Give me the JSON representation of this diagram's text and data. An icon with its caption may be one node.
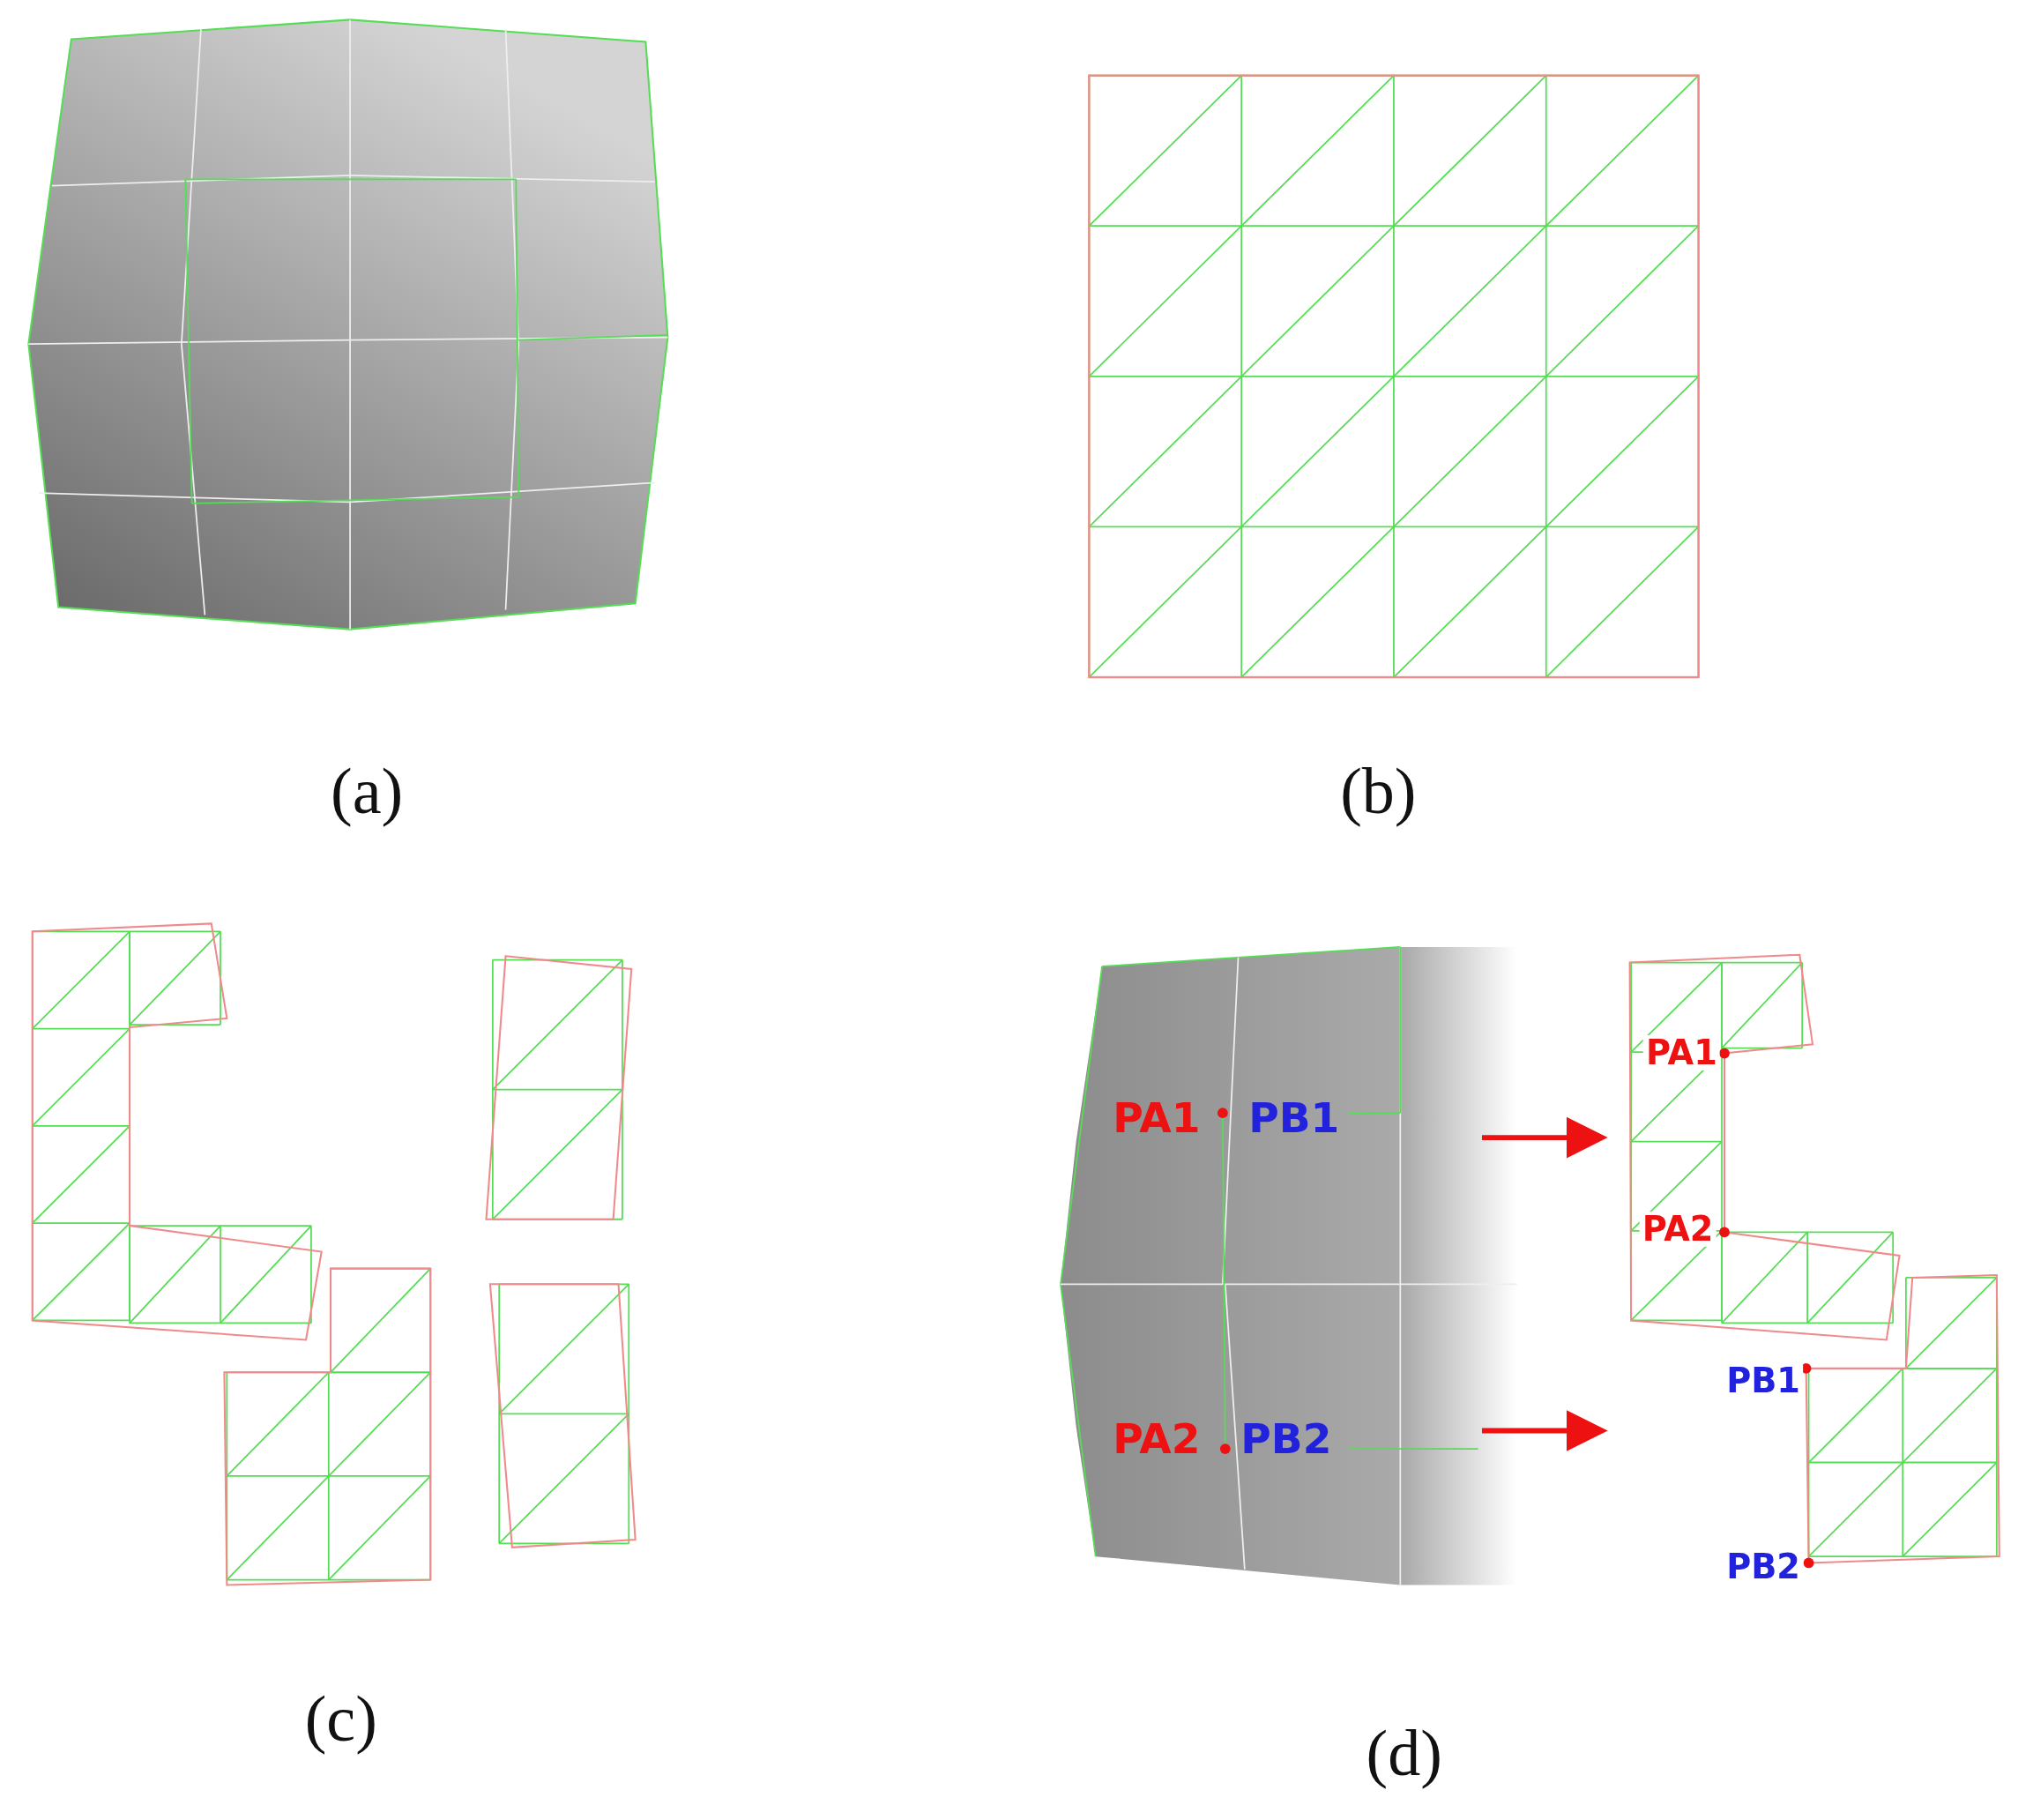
{
  "diagram": {
    "labels": [
      "(a)",
      "(b)",
      "PA1",
      "PB1",
      "PA1",
      "PA2",
      "PB1",
      "PA2",
      "PB2",
      "PB2",
      "(c)",
      "(d)"
    ]
  }
}
